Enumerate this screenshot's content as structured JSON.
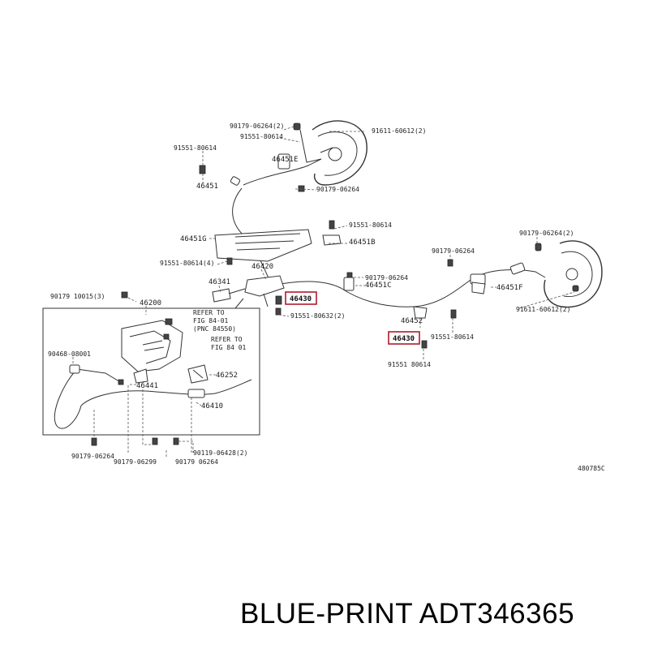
{
  "labels": {
    "l01": "90179-06264(2)",
    "l02": "91551-80614",
    "l03": "91611-60612(2)",
    "l04": "91551-80614",
    "l05": "46451E",
    "l06": "46451",
    "l07": "90179-06264",
    "l08": "91551-80614",
    "l09": "46451B",
    "l10": "46451G",
    "l11": "91551-80614(4)",
    "l12": "46420",
    "l13": "46341",
    "l14": "90179-06264",
    "l15": "46451C",
    "l16": "90179-06264",
    "l17": "90179-06264(2)",
    "l18": "46451F",
    "l19": "91611-60612(2)",
    "l20": "90179 10015(3)",
    "l21": "46200",
    "l22": "91551-80632(2)",
    "l23": "46452",
    "l24": "91551-80614",
    "l25": "91551 80614",
    "l26": "90468-08001",
    "l27": "46252",
    "l28": "46441",
    "l29": "46410",
    "l30": "90179-06264",
    "l31": "90179-06299",
    "l32": "90179 06264",
    "l33": "90119-06428(2)",
    "l34": "480785C"
  },
  "refer": {
    "r1": "REFER TO",
    "r2": "FIG 84-01",
    "r3": "(PNC 84550)",
    "r4": "REFER TO",
    "r5": "FIG 84 01"
  },
  "highlighted": {
    "h1": "46430",
    "h2": "46430"
  },
  "brand": "BLUE-PRINT ADT346365",
  "colors": {
    "highlight": "#b11a2b",
    "ink": "#333333"
  }
}
